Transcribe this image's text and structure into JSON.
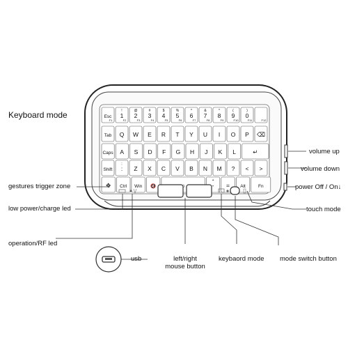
{
  "title": "Keyboard mode",
  "callouts": {
    "gestures_trigger_zone": "gestures trigger zone",
    "low_power_charge_led": "low power/charge led",
    "operation_rf_led": "operation/RF led",
    "usb": "usb",
    "left_right_mouse_button_line1": "left/right",
    "left_right_mouse_button_line2": "mouse button",
    "keyboard_mode": "keybaord mode",
    "mode_switch_button": "mode switch button",
    "volume_up": "volume up",
    "volume_down": "volume down",
    "power_off_on": "power Off / On",
    "touch_mode": "touch mode"
  },
  "keyboard": {
    "rows": [
      [
        {
          "main": "Esc",
          "fn": "F1"
        },
        {
          "main": "1",
          "top": "!",
          "fn": "F2"
        },
        {
          "main": "2",
          "top": "@",
          "fn": "F3"
        },
        {
          "main": "3",
          "top": "#",
          "fn": "F4"
        },
        {
          "main": "4",
          "top": "$",
          "fn": "F5"
        },
        {
          "main": "5",
          "top": "%",
          "fn": "F6"
        },
        {
          "main": "6",
          "top": "^",
          "fn": "F7"
        },
        {
          "main": "7",
          "top": "&",
          "fn": "F8"
        },
        {
          "main": "8",
          "top": "*",
          "fn": "F9"
        },
        {
          "main": "9",
          "top": "(",
          "fn": "F10"
        },
        {
          "main": "0",
          "top": ")",
          "fn": "F11"
        },
        {
          "main": "",
          "fn": "F12"
        }
      ],
      [
        {
          "main": "Tab"
        },
        {
          "main": "Q"
        },
        {
          "main": "W"
        },
        {
          "main": "E"
        },
        {
          "main": "R"
        },
        {
          "main": "T"
        },
        {
          "main": "Y"
        },
        {
          "main": "U"
        },
        {
          "main": "I"
        },
        {
          "main": "O"
        },
        {
          "main": "P"
        },
        {
          "main": "⌫"
        }
      ],
      [
        {
          "main": "Caps"
        },
        {
          "main": "A"
        },
        {
          "main": "S"
        },
        {
          "main": "D"
        },
        {
          "main": "F"
        },
        {
          "main": "G"
        },
        {
          "main": "H"
        },
        {
          "main": "J"
        },
        {
          "main": "K"
        },
        {
          "main": "L"
        },
        {
          "main": "↵"
        }
      ],
      [
        {
          "main": "Shift"
        },
        {
          "main": ":",
          "top": ";"
        },
        {
          "main": "Z"
        },
        {
          "main": "X"
        },
        {
          "main": "C"
        },
        {
          "main": "V"
        },
        {
          "main": "B"
        },
        {
          "main": "N"
        },
        {
          "main": "M"
        },
        {
          "main": "?"
        },
        {
          "main": "<"
        },
        {
          "main": ">"
        }
      ],
      [
        {
          "main": "✥"
        },
        {
          "main": "Ctrl"
        },
        {
          "main": "Win"
        },
        {
          "main": "🔇"
        },
        {
          "main": "☼"
        },
        {
          "main": "-",
          "top": "+"
        },
        {
          "main": "="
        },
        {
          "main": "Alt"
        },
        {
          "main": "Fn"
        }
      ]
    ]
  },
  "colors": {
    "outline": "#222222",
    "key_border": "#555555",
    "accent_text": "#111111"
  }
}
